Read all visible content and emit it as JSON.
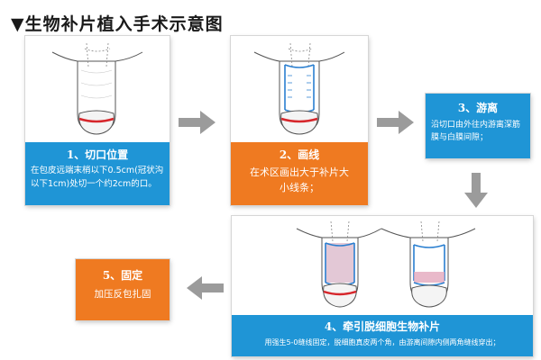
{
  "title": "▼生物补片植入手术示意图",
  "steps": [
    {
      "title": "1、切口位置",
      "desc": "在包皮远端末梢以下0.5cm(冠状沟以下1cm)处切一个约2cm的口。"
    },
    {
      "title": "2、画线",
      "desc": "在术区画出大于补片大小线条；"
    },
    {
      "title": "3、游离",
      "desc": "沿切口由外往内游离深筋膜与白膜间隙；"
    },
    {
      "title": "4、牵引脱细胞生物补片",
      "desc": "用强生5-0缝线固定，脱细胞真皮两个角，由游离间隙内侧两角缝线穿出；"
    },
    {
      "title": "5、固定",
      "desc": "加压反包扎固"
    }
  ],
  "colors": {
    "blue": "#1f95d6",
    "orange": "#ef7a21",
    "arrow": "#9b9b9b",
    "marker_red": "#d6262b",
    "marker_blue": "#2a7fd0"
  }
}
